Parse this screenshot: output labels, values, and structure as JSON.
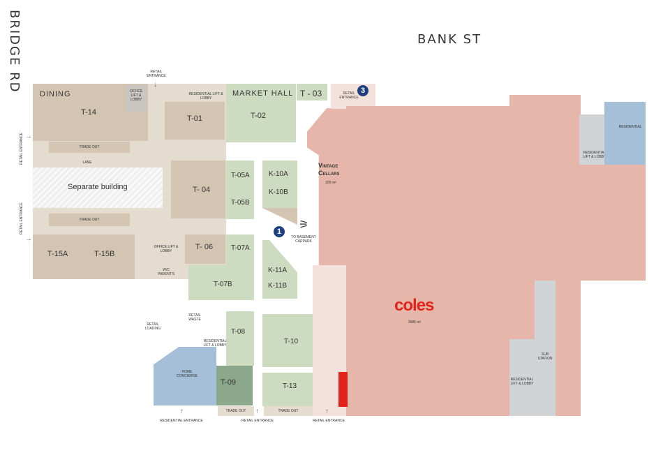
{
  "streets": {
    "bank_st": "BANK ST",
    "bridge_rd": "BRIDGE RD"
  },
  "colors": {
    "beige": "#e4dccf",
    "taupe": "#d3c5b2",
    "green": "#cddbc0",
    "dark_green": "#8ca88a",
    "pink": "#e7b6ab",
    "light_pink": "#f4e1dc",
    "blue": "#a6bfd8",
    "grey": "#d1d4d7",
    "red": "#e2231a",
    "marker": "#1f3f80"
  },
  "zones": {
    "dining": "DINING",
    "t14": "T-14",
    "office_lift_lobby_top": "OFFICE LIFT & LOBBY",
    "t01": "T-01",
    "residential_lift_lobby_top": "RESIDENTIAL LIFT & LOBBY",
    "market_hall": "MARKET HALL",
    "t02": "T-02",
    "t03": "T - 03",
    "trade_out_1": "TRADE OUT",
    "lane": "LANE",
    "separate_building": "Separate building",
    "t04": "T- 04",
    "t05a": "T-05A",
    "t05b": "T-05B",
    "k10a": "K-10A",
    "k10b": "K-10B",
    "vintage_cellars_1": "Vintage",
    "vintage_cellars_2": "Cellars",
    "vintage_area": "329 m²",
    "trade_out_2": "TRADE OUT",
    "t15a": "T-15A",
    "t15b": "T-15B",
    "office_lift_lobby_mid": "OFFICE LIFT & LOBBY",
    "t06": "T- 06",
    "t07a": "T-07A",
    "t07b": "T-07B",
    "k11a": "K-11A",
    "k11b": "K-11B",
    "wc_parents": "W/C PARENT'S",
    "to_basement_carpark": "TO BASEMENT CARPARK",
    "retail_loading": "RETAIL LOADING",
    "retail_waste": "RETAIL WASTE",
    "t08": "T-08",
    "residential_lift_lobby_mid": "RESIDENTIAL LIFT & LOBBY",
    "t10": "T-10",
    "home_concierge": "HOME CONCIERGE",
    "t09": "T-09",
    "t13": "T-13",
    "coles": "coles",
    "coles_area": "3585 m²",
    "residential": "RESIDENTIAL",
    "residential_lift_lobby_right": "RESIDENTIAL LIFT & LOBBY",
    "residential_lift_lobby_bottom": "RESIDENTIAL LIFT & LOBBY",
    "sub_station": "SUB STATION",
    "trade_out_3": "TRADE OUT",
    "trade_out_4": "TRADE OUT"
  },
  "entrances": {
    "retail_entrance_top": "RETAIL ENTRANCE",
    "retail_entrance_top_right": "RETAIL ENTRANCE",
    "retail_entrance_left_1": "RETAIL ENTRANCE",
    "retail_entrance_left_2": "RETAIL ENTRANCE",
    "residential_entrance": "RESIDENTIAL ENTRANCE",
    "retail_entrance_bottom_1": "RETAIL ENTRANCE",
    "retail_entrance_bottom_2": "RETAIL ENTRANCE"
  },
  "markers": {
    "one": "1",
    "three": "3"
  },
  "icons": {
    "escalator": "escalator-icon",
    "arrow": "arrow-icon"
  }
}
